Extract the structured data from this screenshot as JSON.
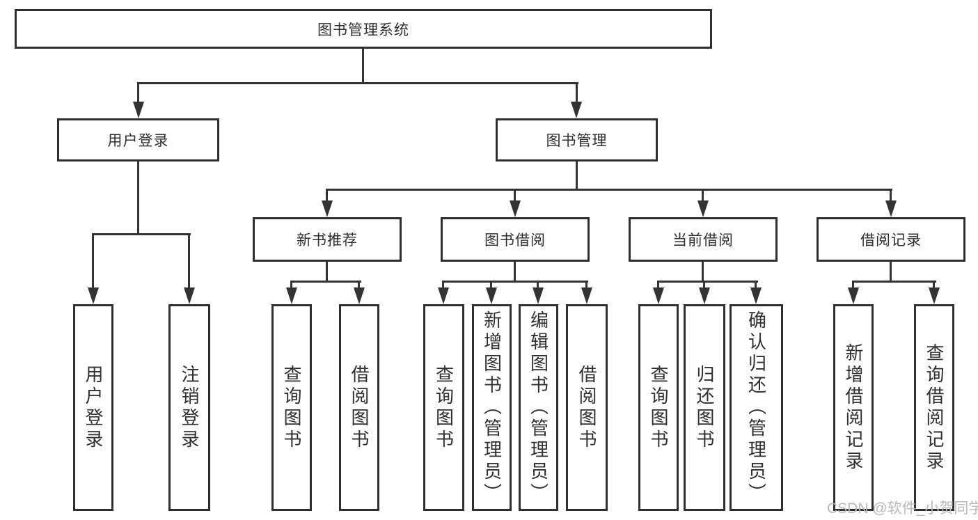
{
  "title": "图书管理系统",
  "level2": {
    "user_login": "用户登录",
    "book_management": "图书管理"
  },
  "level3": {
    "new_book_recommend": "新书推荐",
    "book_borrow": "图书借阅",
    "current_borrow": "当前借阅",
    "borrow_records": "借阅记录"
  },
  "leaves": {
    "user_login": [
      "用户登录",
      "注销登录"
    ],
    "new_book_recommend": [
      "查询图书",
      "借阅图书"
    ],
    "book_borrow": [
      "查询图书",
      "新增图书（管理员）",
      "编辑图书（管理员）",
      "借阅图书"
    ],
    "current_borrow": [
      "查询图书",
      "归还图书",
      "确认归还（管理员）"
    ],
    "borrow_records": [
      "新增借阅记录",
      "查询借阅记录"
    ]
  },
  "watermark": "CSDN @软件_小贺同学",
  "colors": {
    "line": "#333333",
    "box_border": "#2f2f2f",
    "text": "#2f2f2f",
    "watermark": "#b9b9b9",
    "background": "#ffffff"
  }
}
